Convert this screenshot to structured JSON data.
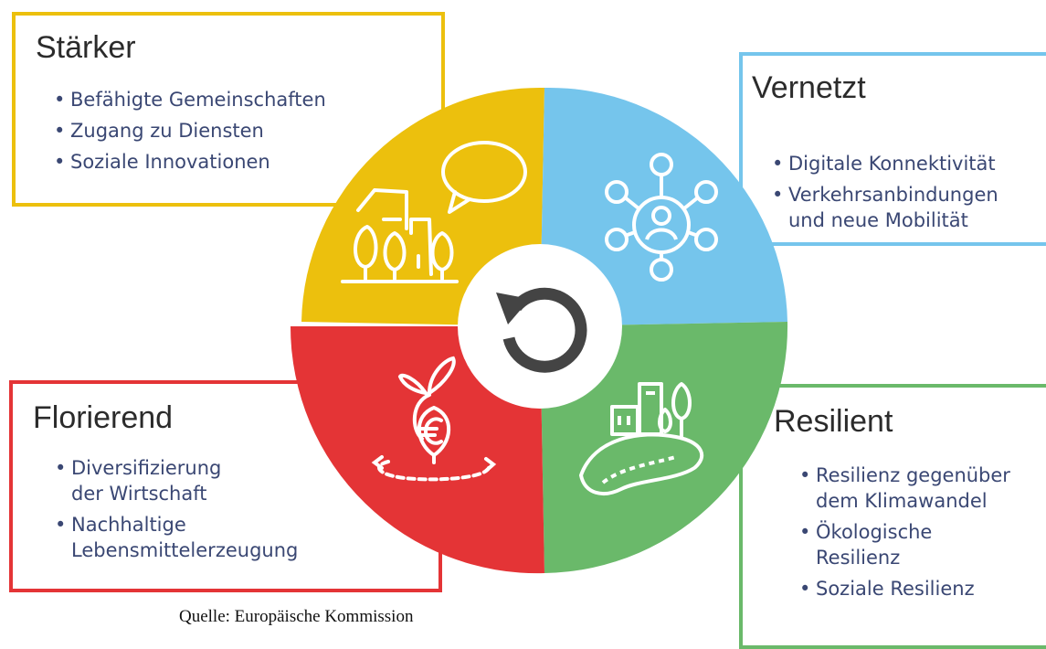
{
  "colors": {
    "staerker": "#ecc00d",
    "vernetzt": "#75c5ec",
    "florierend": "#e43436",
    "resilient": "#6ab96a",
    "text": "#3a4773"
  },
  "staerker": {
    "title": "Stärker",
    "items": [
      "Befähigte Gemeinschaften",
      "Zugang zu Diensten",
      "Soziale Innovationen"
    ],
    "icon": "village-speech-bubble-icon"
  },
  "vernetzt": {
    "title": "Vernetzt",
    "items": [
      "Digitale Konnektivität",
      "Verkehrsanbindungen",
      "und neue Mobilität"
    ],
    "icon": "network-person-icon"
  },
  "florierend": {
    "title": "Florierend",
    "items": [
      "Diversifizierung",
      "der Wirtschaft",
      "Nachhaltige",
      "Lebensmittelerzeugung"
    ],
    "icon": "euro-sprout-icon"
  },
  "resilient": {
    "title": "Resilient",
    "items": [
      "Resilienz gegenüber",
      "dem Klimawandel",
      "Ökologische",
      "Resilienz",
      "Soziale Resilienz"
    ],
    "icon": "hill-town-icon"
  },
  "center_icon": "refresh-cycle-icon",
  "source": "Quelle: Europäische Kommission"
}
